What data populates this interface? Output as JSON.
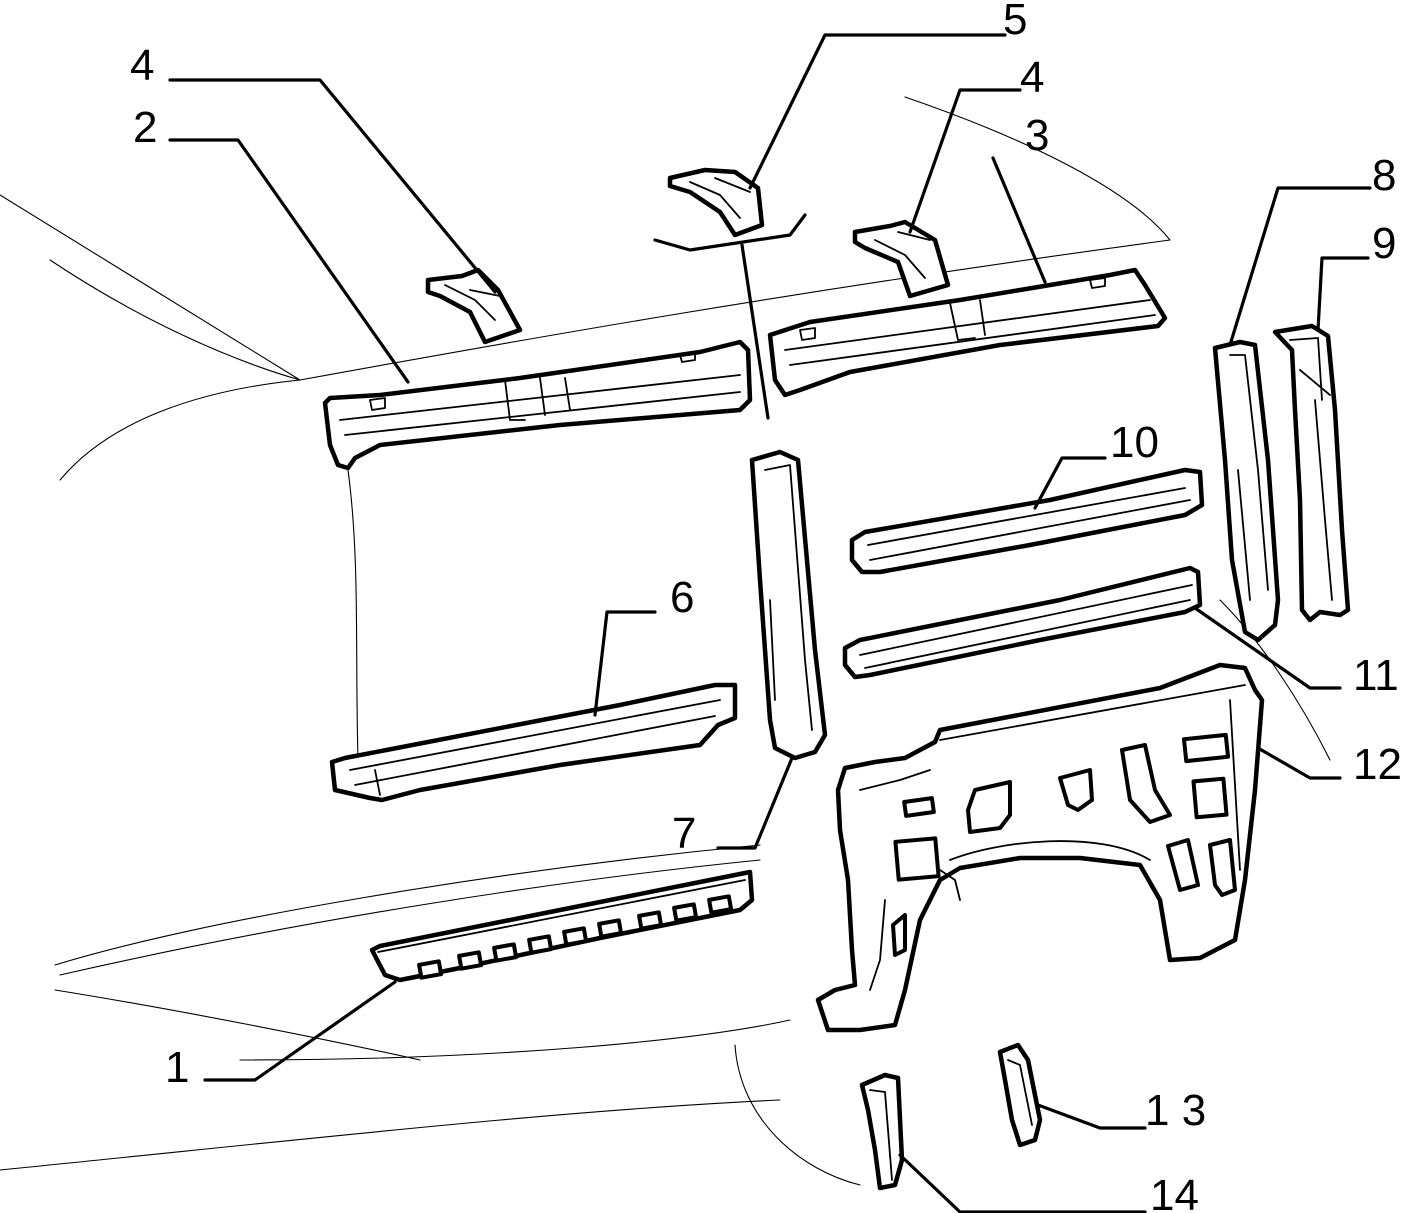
{
  "callouts": {
    "c1": "1",
    "c2": "2",
    "c3": "3",
    "c4a": "4",
    "c4b": "4",
    "c5": "5",
    "c6": "6",
    "c7": "7",
    "c8": "8",
    "c9": "9",
    "c10": "10",
    "c11": "11",
    "c12": "12",
    "c13": "1 3",
    "c14": "14"
  }
}
